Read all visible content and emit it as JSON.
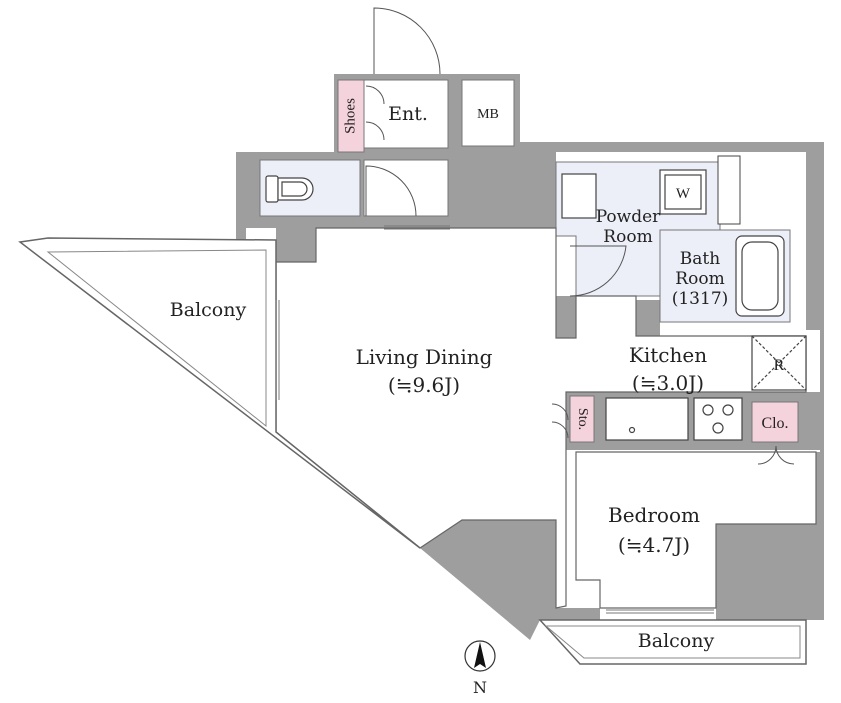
{
  "rooms": {
    "balcony_west": "Balcony",
    "living_dining": "Living Dining",
    "living_dining_size": "(≒9.6J)",
    "kitchen": "Kitchen",
    "kitchen_size": "(≒3.0J)",
    "bedroom": "Bedroom",
    "bedroom_size": "(≒4.7J)",
    "balcony_south": "Balcony",
    "entrance": "Ent.",
    "meter_box": "MB",
    "shoes": "Shoes",
    "powder_room_line1": "Powder",
    "powder_room_line2": "Room",
    "bath_room_line1": "Bath",
    "bath_room_line2": "Room",
    "bath_room_size": "(1317)",
    "washer": "W",
    "refrigerator": "R",
    "storage": "Sto.",
    "closet": "Clo."
  },
  "compass": {
    "label": "N"
  },
  "colors": {
    "wall": "#9e9e9e",
    "wet_area": "#eceff8",
    "storage_accent": "#f5d3dc",
    "line": "#555555",
    "text": "#222222"
  }
}
